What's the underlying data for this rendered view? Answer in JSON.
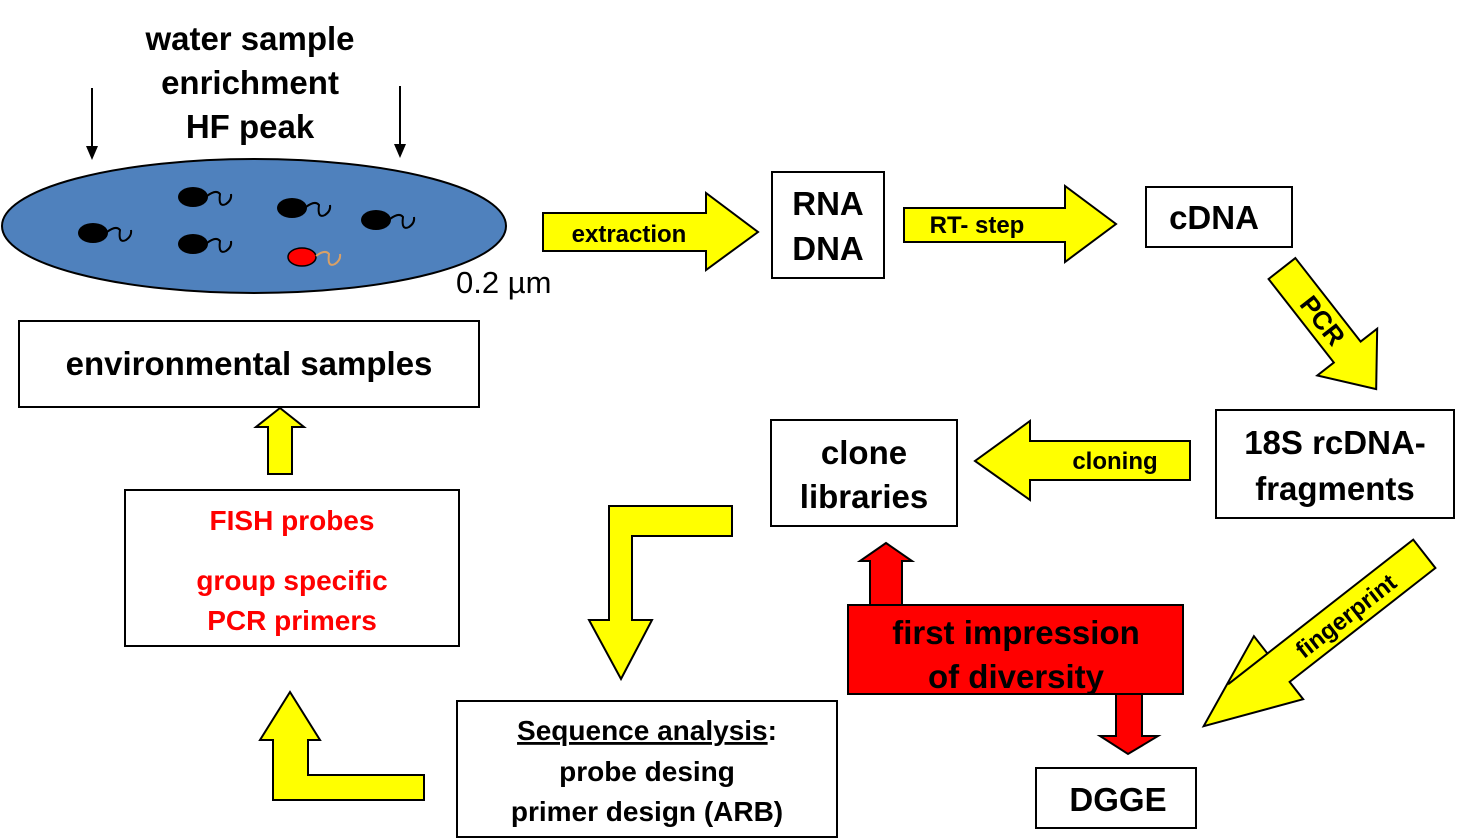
{
  "title_lines": [
    "water sample",
    "enrichment",
    "HF peak"
  ],
  "filter_label": "0.2 µm",
  "colors": {
    "filter": "#4f81bd",
    "arrow_yellow": "#ffff00",
    "arrow_red": "#ff0000",
    "highlight_box": "#ff0000",
    "red_text": "#ff0000",
    "organism": "#000000",
    "target_organism": "#ff0000",
    "target_flagellum": "#d9a066"
  },
  "nodes": {
    "environmental_samples": "environmental samples",
    "rna_dna": [
      "RNA",
      "DNA"
    ],
    "cdna": "cDNA",
    "fragments": [
      "18S rcDNA-",
      "fragments"
    ],
    "clone_libraries": [
      "clone",
      "libraries"
    ],
    "fish_probes": [
      "FISH probes",
      "group specific",
      "PCR primers"
    ],
    "sequence_analysis": {
      "heading": "Sequence analysis",
      "heading_suffix": ":",
      "lines": [
        "probe desing",
        "primer design (ARB)"
      ]
    },
    "diversity": [
      "first impression",
      "of diversity"
    ],
    "dgge": "DGGE"
  },
  "arrows": {
    "extraction": "extraction",
    "rt_step": "RT- step",
    "pcr": "PCR",
    "cloning": "cloning",
    "fingerprint": "fingerprint"
  }
}
